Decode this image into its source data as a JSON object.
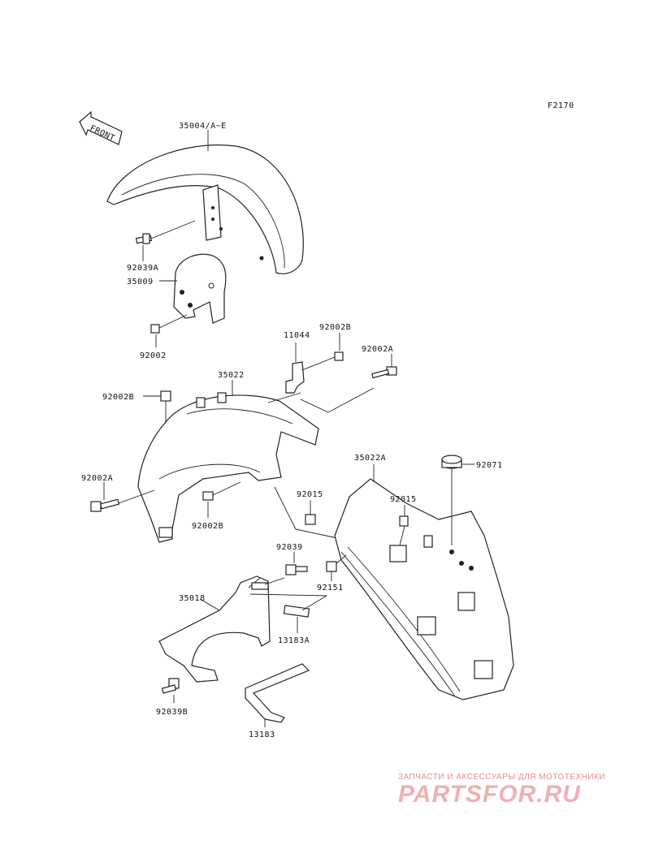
{
  "figure_code": "F2170",
  "direction_label": "FRONT",
  "parts": {
    "p35004": "35004/A~E",
    "p92039A": "92039A",
    "p35009": "35009",
    "p92002": "92002",
    "p11044": "11044",
    "p92002B_top": "92002B",
    "p92002A_top": "92002A",
    "p35022": "35022",
    "p92002B_left": "92002B",
    "p92002A_left": "92002A",
    "p92002B_mid": "92002B",
    "p92015_a": "92015",
    "p35022A": "35022A",
    "p92015_b": "92015",
    "p92071": "92071",
    "p92039": "92039",
    "p92151": "92151",
    "p35018": "35018",
    "p13183A": "13183A",
    "p92039B": "92039B",
    "p13183": "13183"
  },
  "watermark": {
    "tagline": "ЗАПЧАСТИ И АКСЕССУАРЫ ДЛЯ МОТОТЕХНИКИ",
    "logo": "PARTSFOR.RU"
  }
}
